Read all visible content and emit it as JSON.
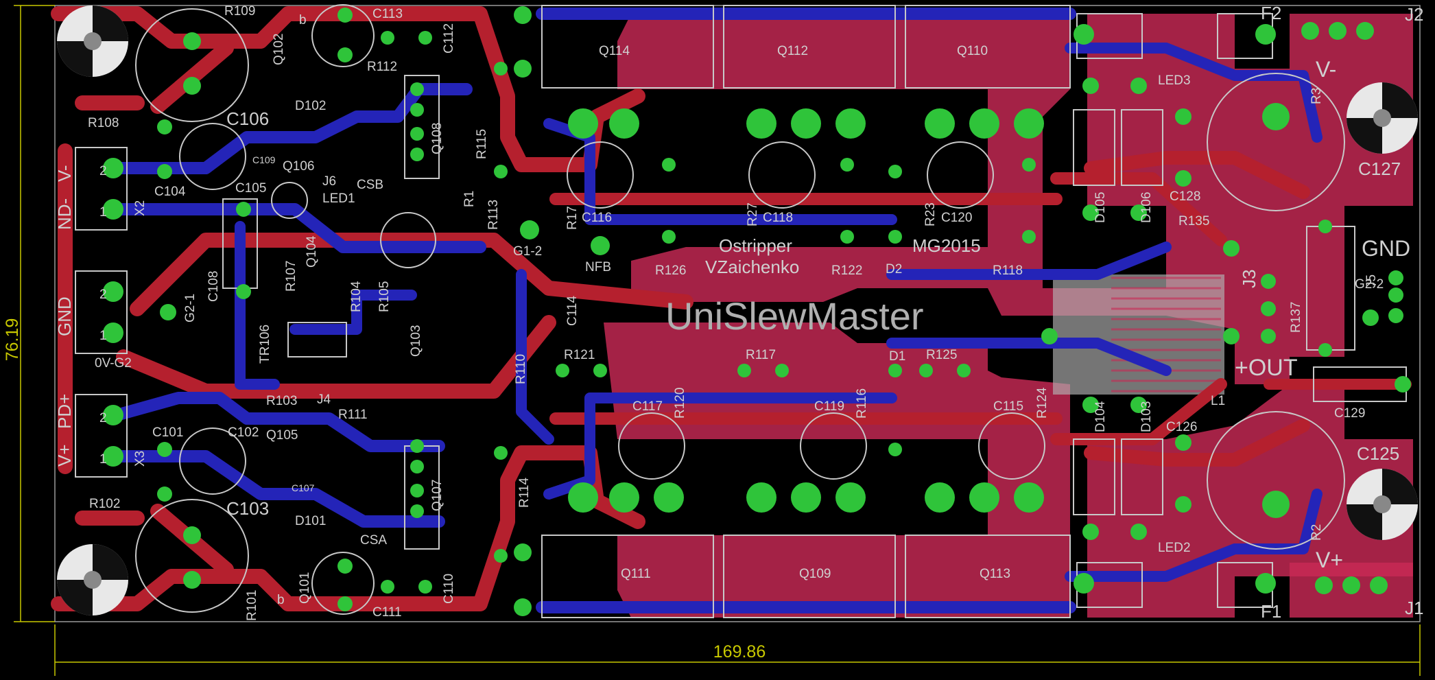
{
  "board": {
    "title": "UniSlewMaster",
    "credit_line1": "Ostripper",
    "credit_line2": "VZaichenko",
    "revision": "MG2015",
    "out_label": "+OUT",
    "dimensions": {
      "width": "169.86",
      "height": "76.19"
    }
  },
  "colors": {
    "background": "#000000",
    "top_copper": "#b5202e",
    "bottom_copper": "#2424b8",
    "pads": "#2fc43a",
    "silkscreen": "#c8c8c8",
    "dimension": "#c8c800",
    "copper_pour": "#c82a55"
  },
  "terminals": {
    "x2": {
      "ref": "X2",
      "left_label1": "V-",
      "left_label2": "ND-",
      "pin2": "2",
      "pin1": "1"
    },
    "g2": {
      "ref": "0V-G2",
      "left_label": "GND",
      "pin2": "2",
      "pin1": "1"
    },
    "x3": {
      "ref": "X3",
      "left_label1": "PD+",
      "left_label2": "V+",
      "pin2": "2",
      "pin1": "1"
    },
    "j2": {
      "ref": "J2",
      "rail": "V-"
    },
    "j1": {
      "ref": "J1",
      "rail": "V+"
    },
    "j5": {
      "ref": "J5",
      "rail": "GND"
    },
    "j3": {
      "ref": "J3"
    },
    "j4": {
      "ref": "J4"
    },
    "j6": {
      "ref": "J6"
    }
  },
  "output_transistors": {
    "top": [
      "Q114",
      "Q112",
      "Q110"
    ],
    "bottom": [
      "Q111",
      "Q109",
      "Q113"
    ]
  },
  "components": {
    "R109": "R109",
    "R108": "R108",
    "R102": "R102",
    "R101": "R101",
    "R112": "R112",
    "R115": "R115",
    "R113": "R113",
    "R1": "R1",
    "R17": "R17",
    "R107": "R107",
    "R104": "R104",
    "R105": "R105",
    "R103": "R103",
    "R111": "R111",
    "R110": "R110",
    "R114": "R114",
    "R126": "R126",
    "R122": "R122",
    "R118": "R118",
    "R27": "R27",
    "R23": "R23",
    "R121": "R121",
    "R117": "R117",
    "R125": "R125",
    "R120": "R120",
    "R116": "R116",
    "R124": "R124",
    "R135": "R135",
    "R137": "R137",
    "R3": "R3",
    "R2": "R2",
    "C113": "C113",
    "C112": "C112",
    "C106": "C106",
    "C104": "C104",
    "C105": "C105",
    "C109": "C109",
    "C108": "C108",
    "C101": "C101",
    "C102": "C102",
    "C103": "C103",
    "C107": "C107",
    "C110": "C110",
    "C111": "C111",
    "C114": "C114",
    "C116": "C116",
    "C118": "C118",
    "C120": "C120",
    "C117": "C117",
    "C119": "C119",
    "C115": "C115",
    "C127": "C127",
    "C128": "C128",
    "C126": "C126",
    "C125": "C125",
    "C129": "C129",
    "Q102": "Q102",
    "Q101": "Q101",
    "Q106": "Q106",
    "Q104": "Q104",
    "Q105": "Q105",
    "Q103": "Q103",
    "Q108": "Q108",
    "Q107": "Q107",
    "D102": "D102",
    "D101": "D101",
    "D105": "D105",
    "D106": "D106",
    "D104": "D104",
    "D103": "D103",
    "D1": "D1",
    "D2": "D2",
    "LED1": "LED1",
    "LED2": "LED2",
    "LED3": "LED3",
    "TR106": "TR106",
    "CSB": "CSB",
    "CSA": "CSA",
    "G1_2": "G1-2",
    "G2_1": "G2-1",
    "G2_2": "G2-2",
    "NFB": "NFB",
    "F1": "F1",
    "F2": "F2",
    "L1": "L1",
    "b": "b"
  }
}
